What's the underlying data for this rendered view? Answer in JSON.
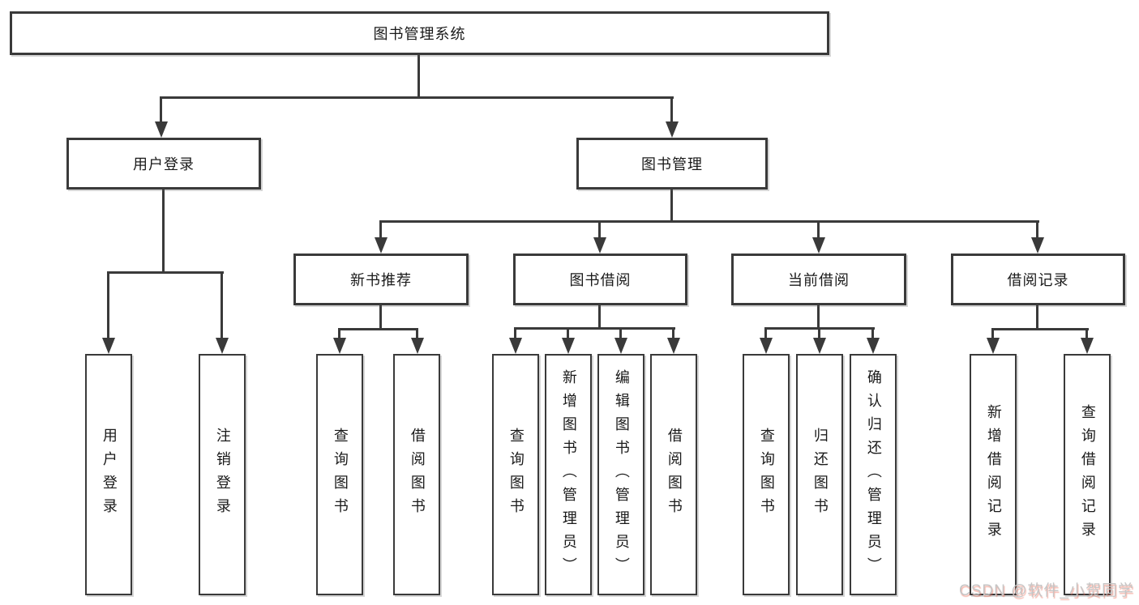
{
  "diagram": {
    "title": "图书管理系统",
    "user_login": {
      "label": "用户登录",
      "children": {
        "login": "用户登录",
        "logout": "注销登录"
      }
    },
    "book_mgmt": {
      "label": "图书管理",
      "new_book_rec": {
        "label": "新书推荐",
        "children": {
          "query_books": "查询图书",
          "borrow_books": "借阅图书"
        }
      },
      "book_borrow": {
        "label": "图书借阅",
        "children": {
          "query_books": "查询图书",
          "add_books": "新增图书（管理员）",
          "edit_books": "编辑图书（管理员）",
          "borrow_books": "借阅图书"
        }
      },
      "current_borrow": {
        "label": "当前借阅",
        "children": {
          "query_books": "查询图书",
          "return_books": "归还图书",
          "confirm_return": "确认归还（管理员）"
        }
      },
      "borrow_records": {
        "label": "借阅记录",
        "children": {
          "add_record": "新增借阅记录",
          "query_record": "查询借阅记录"
        }
      }
    }
  },
  "watermark": {
    "text": "CSDN @软件_小贺同学"
  },
  "colors": {
    "line": "#3a3a3a",
    "box_border": "#3a3a3a",
    "box_background": "#ffffff",
    "text": "#1a1a1a",
    "page_background": "#ffffff",
    "watermark_gray": "#c6c6c6",
    "watermark_red": "#ee6c56"
  }
}
